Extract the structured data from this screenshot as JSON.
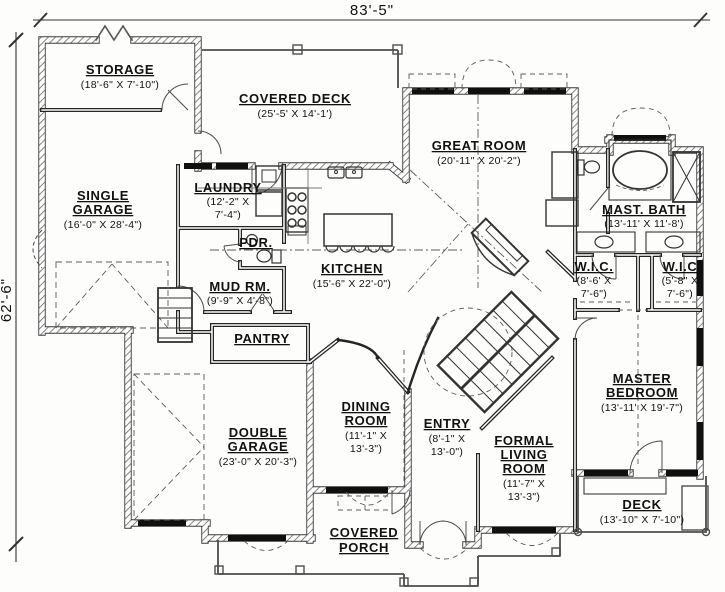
{
  "drawing": {
    "type": "architectural floor plan",
    "overall_width": "83'-5\"",
    "overall_height": "62'-6\"",
    "line_color": "#1a1a1a",
    "background": "#fdfdfc"
  },
  "rooms": {
    "storage": {
      "name": "STORAGE",
      "dims": "(18'-6\" X 7'-10\")"
    },
    "covered_deck": {
      "name": "COVERED DECK",
      "dims": "(25'-5' X 14'-1')"
    },
    "great_room": {
      "name": "GREAT ROOM",
      "dims": "(20'-11\" X 20'-2\")"
    },
    "mast_bath": {
      "name": "MAST. BATH",
      "dims": "(13'-11' X 11'-8')"
    },
    "single_garage": {
      "name1": "SINGLE",
      "name2": "GARAGE",
      "dims": "(16'-0\" X 28'-4\")"
    },
    "laundry": {
      "name": "LAUNDRY",
      "dims1": "(12'-2\" X",
      "dims2": "7'-4\")"
    },
    "pdr": {
      "name": "PDR."
    },
    "kitchen": {
      "name": "KITCHEN",
      "dims": "(15'-6\" X 22'-0\")"
    },
    "mud_rm": {
      "name": "MUD RM.",
      "dims": "(9'-9\" X 4'-8\")"
    },
    "wic_1": {
      "name": "W.I.C.",
      "dims1": "(8'-6' X",
      "dims2": "7'-6\")"
    },
    "wic_2": {
      "name": "W.I.C",
      "dims1": "(5'-8\" X",
      "dims2": "7'-6\")"
    },
    "pantry": {
      "name": "PANTRY"
    },
    "dining": {
      "name1": "DINING",
      "name2": "ROOM",
      "dims1": "(11'-1\" X",
      "dims2": "13'-3\")"
    },
    "entry": {
      "name": "ENTRY",
      "dims1": "(8'-1\" X",
      "dims2": "13'-0\")"
    },
    "formal_living": {
      "name1": "FORMAL",
      "name2": "LIVING",
      "name3": "ROOM",
      "dims1": "(11'-7\" X",
      "dims2": "13'-3\")"
    },
    "master_bedroom": {
      "name1": "MASTER",
      "name2": "BEDROOM",
      "dims": "(13'-11' X 19'-7\")"
    },
    "double_garage": {
      "name1": "DOUBLE",
      "name2": "GARAGE",
      "dims": "(23'-0\" X 20'-3\")"
    },
    "deck": {
      "name": "DECK",
      "dims": "(13'-10\" X 7'-10\")"
    },
    "covered_porch": {
      "name1": "COVERED",
      "name2": "PORCH"
    }
  }
}
